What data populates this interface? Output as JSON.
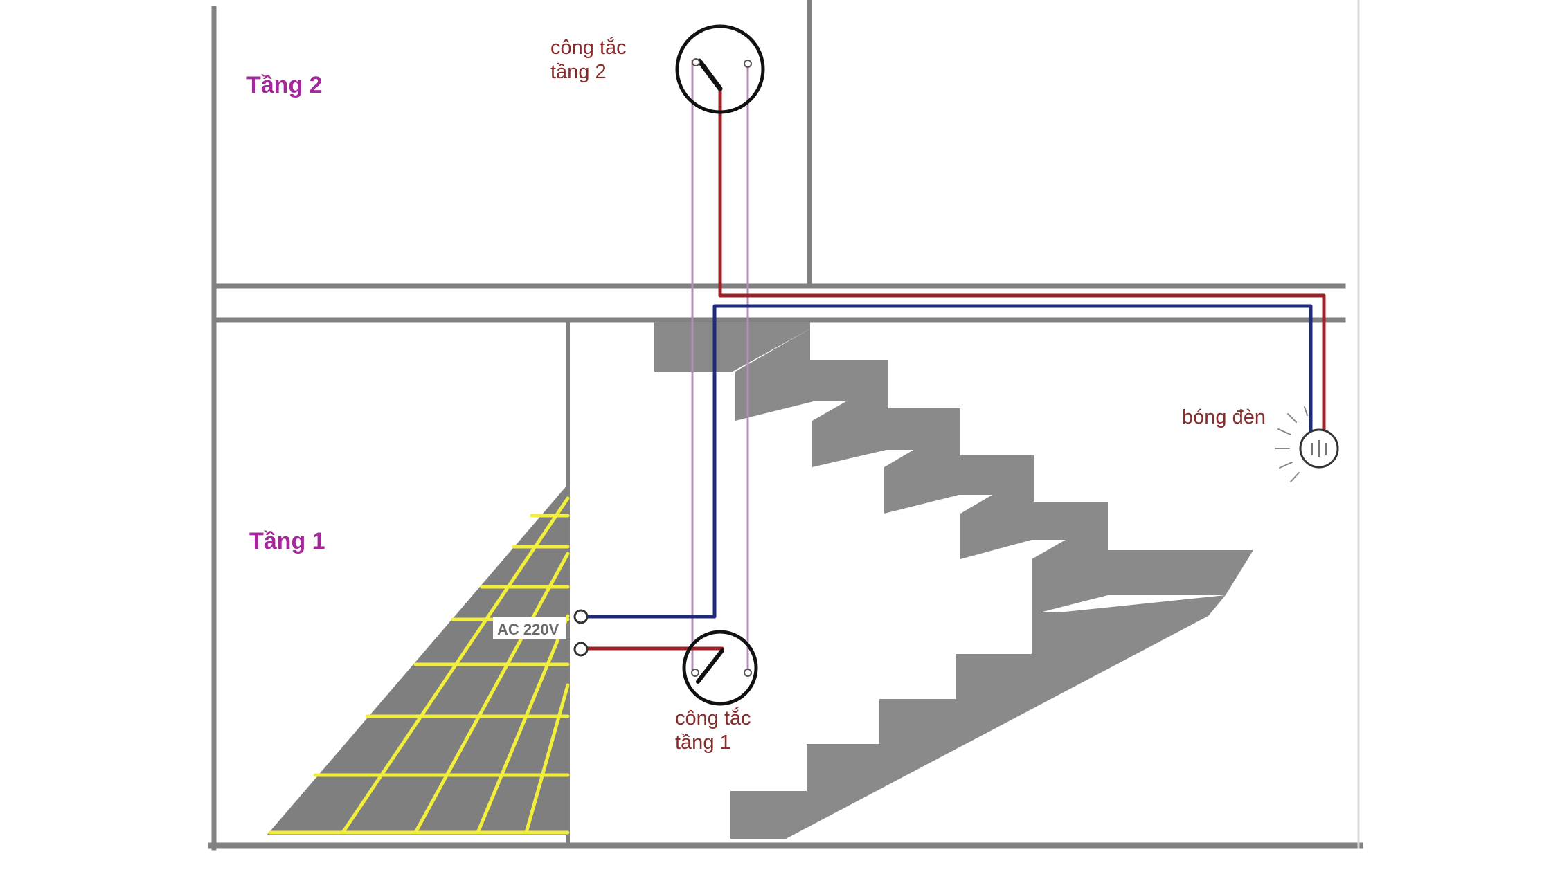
{
  "labels": {
    "floor2": "Tầng 2",
    "floor1": "Tầng 1",
    "switch_floor2_line1": "công tắc",
    "switch_floor2_line2": "tầng 2",
    "switch_floor1_line1": "công tắc",
    "switch_floor1_line2": "tầng 1",
    "lamp": "bóng đèn",
    "power": "AC 220V"
  },
  "colors": {
    "wall": "#808080",
    "stair_shadow": "#8a8a8a",
    "wire_live": "#9b2226",
    "wire_neutral": "#1f2a7a",
    "wire_traveler": "#b48fb4",
    "floor_label": "#a3299a",
    "callout_text": "#8b2a2a",
    "tile_fill": "#7f7f7f",
    "tile_grout": "#f2ee3c",
    "switch_ring": "#111111"
  },
  "icons": {
    "switch": "two-way-switch-icon",
    "lamp": "light-bulb-icon",
    "power_terminal": "terminal-icon"
  }
}
